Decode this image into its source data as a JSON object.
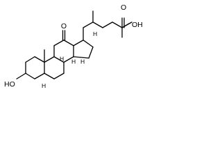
{
  "molecule": {
    "atom_labels": {
      "ketone_oxygen": "O",
      "acid_hydroxyl": "OH",
      "acid_carbonyl_oxygen": "O",
      "alcohol": "HO",
      "h_label_c9": "H",
      "h_label_c8": "H",
      "h_label_c14": "H",
      "h_label_c17": "H",
      "h_label_c5": "H"
    },
    "colors": {
      "bond": "#000000",
      "text": "#000000",
      "background": "#ffffff"
    }
  }
}
